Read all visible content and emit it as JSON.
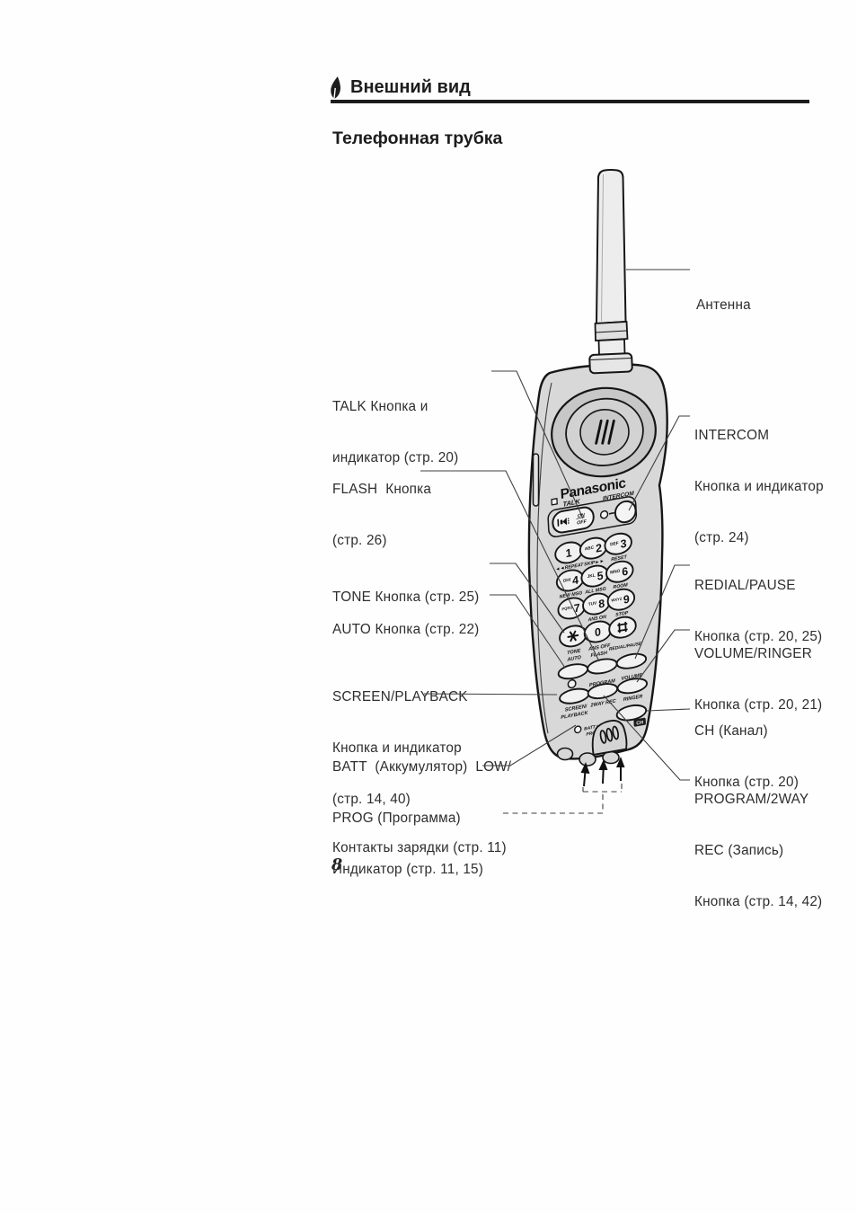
{
  "page": {
    "section_title": "Внешний вид",
    "subtitle": "Телефонная трубка",
    "page_number": "8"
  },
  "callouts": {
    "left": [
      {
        "lines": [
          "TALK Кнопка и",
          "индикатор (стр. 20)"
        ]
      },
      {
        "lines": [
          "FLASH  Кнопка",
          "(стр. 26)"
        ]
      },
      {
        "lines": [
          "TONE Кнопка (стр. 25)"
        ]
      },
      {
        "lines": [
          "AUTO Кнопка (стр. 22)"
        ]
      },
      {
        "lines": [
          "SCREEN/PLAYBACK",
          "Кнопка и индикатор",
          "(стр. 14, 40)"
        ]
      },
      {
        "lines": [
          "BATT  (Аккумулятор)  LOW/",
          "PROG (Программа)",
          "Индикатор (стр. 11, 15)"
        ]
      },
      {
        "lines": [
          "Контакты зарядки (стр. 11)"
        ]
      }
    ],
    "right": [
      {
        "lines": [
          "Антенна"
        ]
      },
      {
        "lines": [
          "INTERCOM",
          "Кнопка и индикатор",
          "(стр. 24)"
        ]
      },
      {
        "lines": [
          "REDIAL/PAUSE",
          "Кнопка (стр. 20, 25)"
        ]
      },
      {
        "lines": [
          "VOLUME/RINGER",
          "Кнопка (стр. 20, 21)"
        ]
      },
      {
        "lines": [
          "CH (Канал)",
          "Кнопка (стр. 20)"
        ]
      },
      {
        "lines": [
          "PROGRAM/2WAY",
          "REC (Запись)",
          "Кнопка (стр. 14, 42)"
        ]
      }
    ]
  },
  "phone": {
    "brand": "Panasonic",
    "talk": "TALK",
    "intercom": "INTERCOM",
    "on": "ON",
    "off": "OFF",
    "keys": [
      {
        "letters": "",
        "digit": "1"
      },
      {
        "letters": "ABC",
        "digit": "2"
      },
      {
        "letters": "DEF",
        "digit": "3"
      },
      {
        "letters": "GHI",
        "digit": "4"
      },
      {
        "letters": "JKL",
        "digit": "5"
      },
      {
        "letters": "MNO",
        "digit": "6"
      },
      {
        "letters": "PQRS",
        "digit": "7"
      },
      {
        "letters": "TUV",
        "digit": "8"
      },
      {
        "letters": "WXYZ",
        "digit": "9"
      },
      {
        "letters": "",
        "digit": "0"
      }
    ],
    "hints": {
      "repeat": "◄◄REPEAT",
      "skip": "SKIP►►",
      "reset": "RESET",
      "new_msg": "NEW MSG",
      "all_msg": "ALL MSG",
      "room": "ROOM",
      "ans_on": "ANS ON",
      "stop": "STOP"
    },
    "fn": {
      "tone": "TONE",
      "auto": "AUTO",
      "ans_off": "ANS OFF",
      "flash": "FLASH",
      "redial_pause": "REDIAL/PAUSE",
      "program": "PROGRAM",
      "volume": "VOLUME",
      "screen": "SCREEN/",
      "playback": "PLAYBACK",
      "twoway_rec": "2WAY REC",
      "ringer": "RINGER",
      "ch": "CH",
      "batt_low": "BATT LOW/",
      "prog": "PROG"
    }
  }
}
